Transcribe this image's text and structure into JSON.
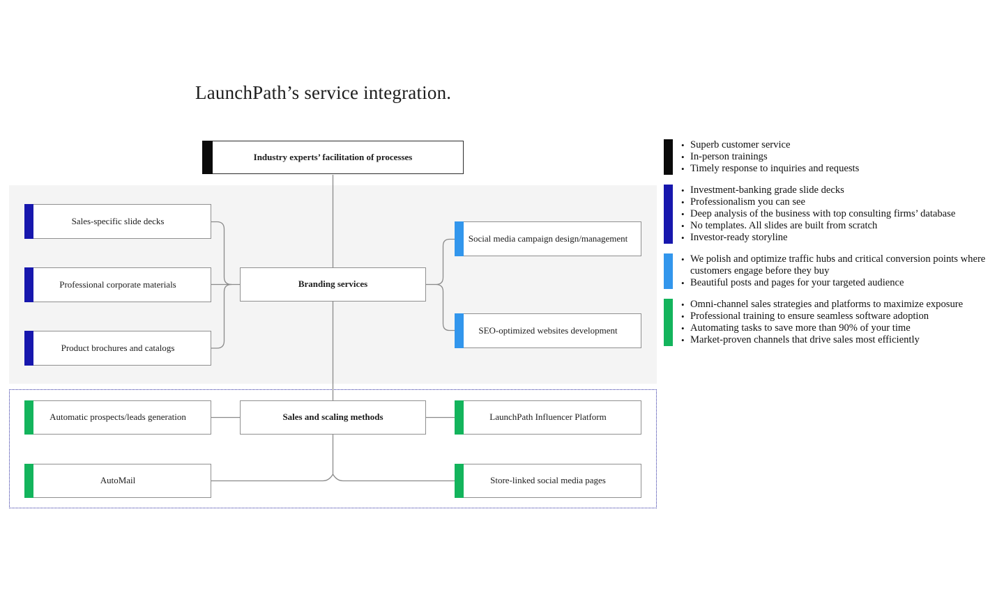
{
  "title": "LaunchPath’s service integration.",
  "colors": {
    "black": "#0a0a0a",
    "navy": "#1717ad",
    "blue": "#3296ec",
    "green": "#13b45c",
    "line": "#8a8a8a",
    "panel_gray": "#f4f4f4",
    "dotted_border": "#2f2fa2"
  },
  "diagram": {
    "top_box": {
      "label": "Industry experts’ facilitation of processes"
    },
    "branding": {
      "center": "Branding services",
      "left_items": [
        "Sales-specific slide decks",
        "Professional corporate materials",
        "Product brochures and catalogs"
      ],
      "right_items": [
        "Social media campaign design/management",
        "SEO-optimized websites development"
      ]
    },
    "sales": {
      "center": "Sales and scaling methods",
      "left_items": [
        "Automatic prospects/leads generation",
        "AutoMail"
      ],
      "right_items": [
        "LaunchPath Influencer Platform",
        "Store-linked social media pages"
      ]
    }
  },
  "legend": [
    {
      "color": "#0a0a0a",
      "items": [
        "Superb customer service",
        "In-person trainings",
        "Timely response to inquiries and requests"
      ]
    },
    {
      "color": "#1717ad",
      "items": [
        "Investment-banking grade slide decks",
        "Professionalism you can see",
        "Deep analysis of the business with top consulting firms’ database",
        "No templates. All slides are built from scratch",
        "Investor-ready storyline"
      ]
    },
    {
      "color": "#3296ec",
      "items": [
        "We polish and optimize traffic hubs and critical conversion points where customers engage before they buy",
        "Beautiful posts and pages for your targeted audience"
      ]
    },
    {
      "color": "#13b45c",
      "items": [
        "Omni-channel sales strategies and platforms to maximize exposure",
        "Professional training to ensure seamless software adoption",
        "Automating tasks to save more than 90% of your time",
        "Market-proven channels that drive sales most efficiently"
      ]
    }
  ]
}
